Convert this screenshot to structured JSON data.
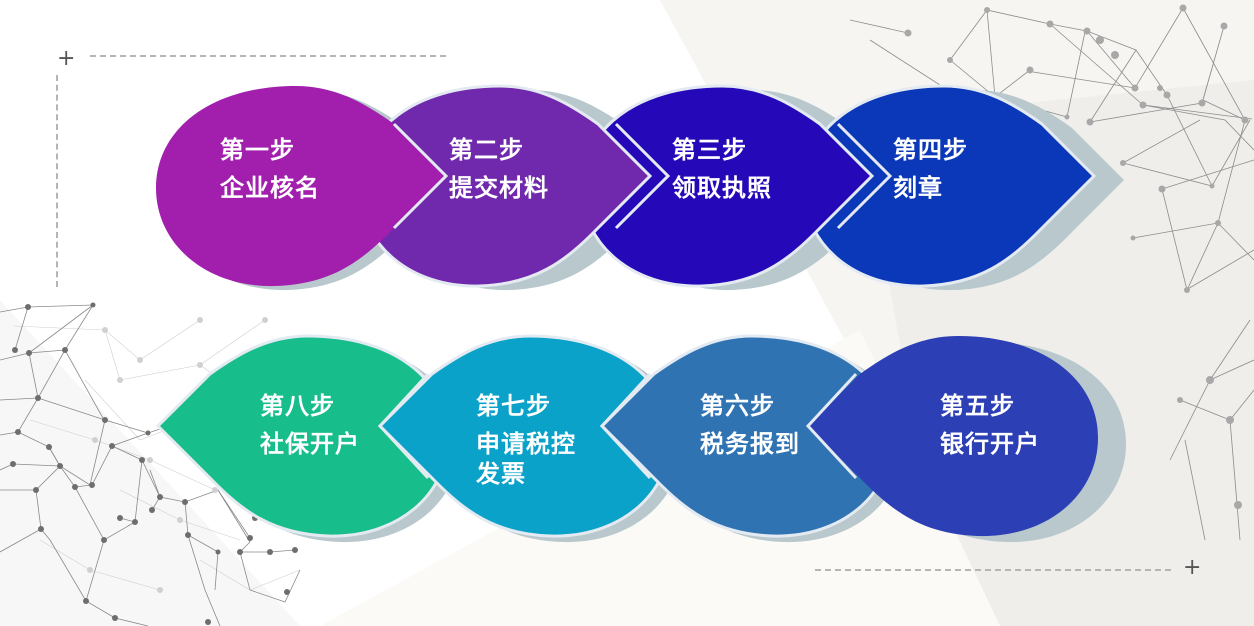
{
  "diagram": {
    "type": "process-flow",
    "rows": [
      {
        "direction": "left-to-right",
        "steps": [
          {
            "index": 1,
            "title": "第一步",
            "desc": "企业核名",
            "color": "#a21fae"
          },
          {
            "index": 2,
            "title": "第二步",
            "desc": "提交材料",
            "color": "#7029ac"
          },
          {
            "index": 3,
            "title": "第三步",
            "desc": "领取执照",
            "color": "#2509b9"
          },
          {
            "index": 4,
            "title": "第四步",
            "desc": "刻章",
            "color": "#0b38b8"
          }
        ]
      },
      {
        "direction": "right-to-left",
        "steps": [
          {
            "index": 8,
            "title": "第八步",
            "desc": "社保开户",
            "color": "#17bd8a"
          },
          {
            "index": 7,
            "title": "第七步",
            "desc": "申请税控发票",
            "color": "#0aa2c8"
          },
          {
            "index": 6,
            "title": "第六步",
            "desc": "税务报到",
            "color": "#2f73b3"
          },
          {
            "index": 5,
            "title": "第五步",
            "desc": "银行开户",
            "color": "#2c3fb4"
          }
        ]
      }
    ],
    "shadow_color": "#b8c8cc",
    "decorations": {
      "corner_mark": "+",
      "dash_color": "#b5b5b5"
    }
  }
}
